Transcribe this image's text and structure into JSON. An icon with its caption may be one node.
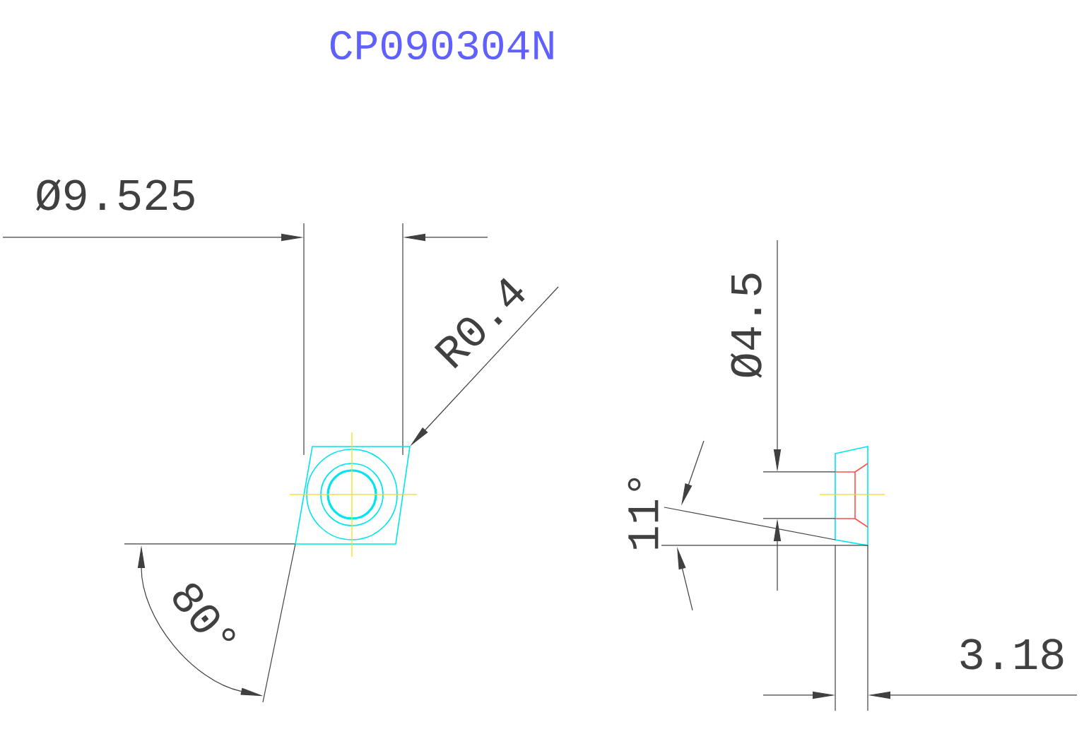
{
  "diagram": {
    "title": "CP090304N",
    "labels": [
      "Ø9.525",
      "R0.4",
      "Ø4.5",
      "11°",
      "80°",
      "3.18"
    ]
  }
}
